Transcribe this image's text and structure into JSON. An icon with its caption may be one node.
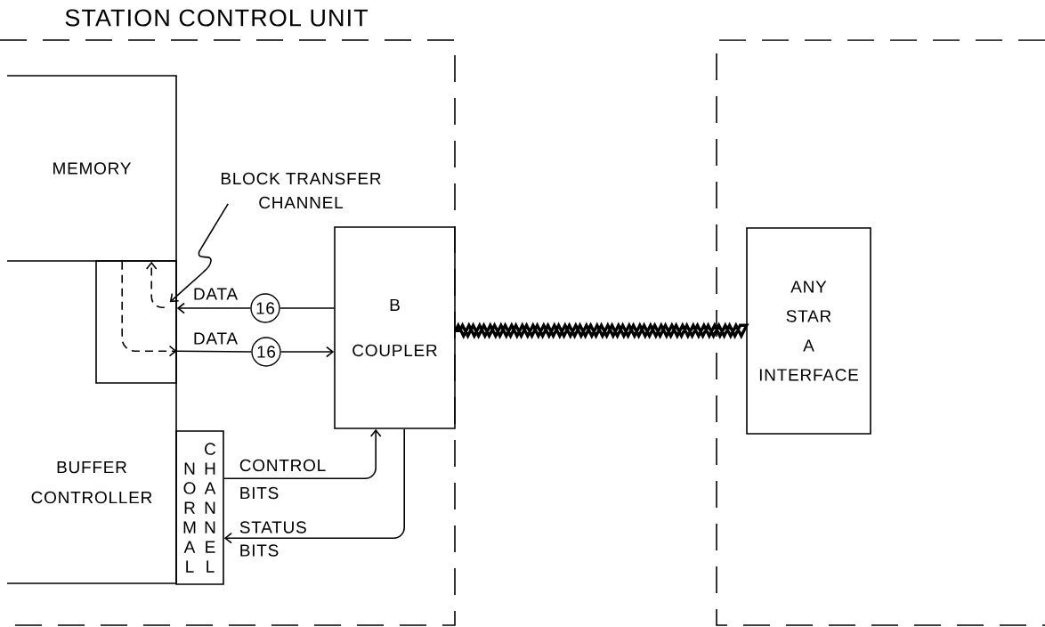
{
  "diagram": {
    "nodes": [
      {
        "text": [
          "STATION CONTROL UNIT"
        ]
      },
      {
        "text": [],
        "shape": "box"
      },
      {
        "text": [
          "MEMORY"
        ],
        "in": 0
      },
      {
        "text": [
          "BUFFER CONTROLLER"
        ],
        "in": 0
      },
      {
        "text": [],
        "shape": "box",
        "in": 3
      },
      {
        "text": [
          "NORMAL",
          "CHANNEL"
        ],
        "in": 0
      },
      {
        "text": [
          "B COUPLER"
        ],
        "in": 0
      },
      {
        "text": [
          "ANY STAR A INTERFACE"
        ],
        "in": 1
      },
      {
        "text": [
          "16"
        ],
        "in": 0
      },
      {
        "text": [
          "16"
        ],
        "in": 0
      },
      {
        "text": [
          "BLOCK TRANSFER CHANNEL"
        ],
        "in": 0
      }
    ],
    "edges": [
      {
        "from": 6,
        "to": 8,
        "arrow": "none"
      },
      {
        "from": 8,
        "to": 4,
        "arrow": "to",
        "label": "DATA"
      },
      {
        "from": 4,
        "to": 2,
        "arrow": "to",
        "style": "dashed"
      },
      {
        "from": 2,
        "to": 4,
        "arrow": "to",
        "style": "dashed"
      },
      {
        "from": 4,
        "to": 9,
        "arrow": "none",
        "label": "DATA"
      },
      {
        "from": 9,
        "to": 6,
        "arrow": "to"
      },
      {
        "from": 5,
        "to": 6,
        "arrow": "to",
        "label": "CONTROL BITS"
      },
      {
        "from": 6,
        "to": 5,
        "arrow": "to",
        "label": "STATUS BITS"
      },
      {
        "from": 6,
        "to": 7,
        "arrow": "none",
        "style": "thick"
      },
      {
        "from": 10,
        "to": 4,
        "arrow": "to"
      }
    ]
  }
}
